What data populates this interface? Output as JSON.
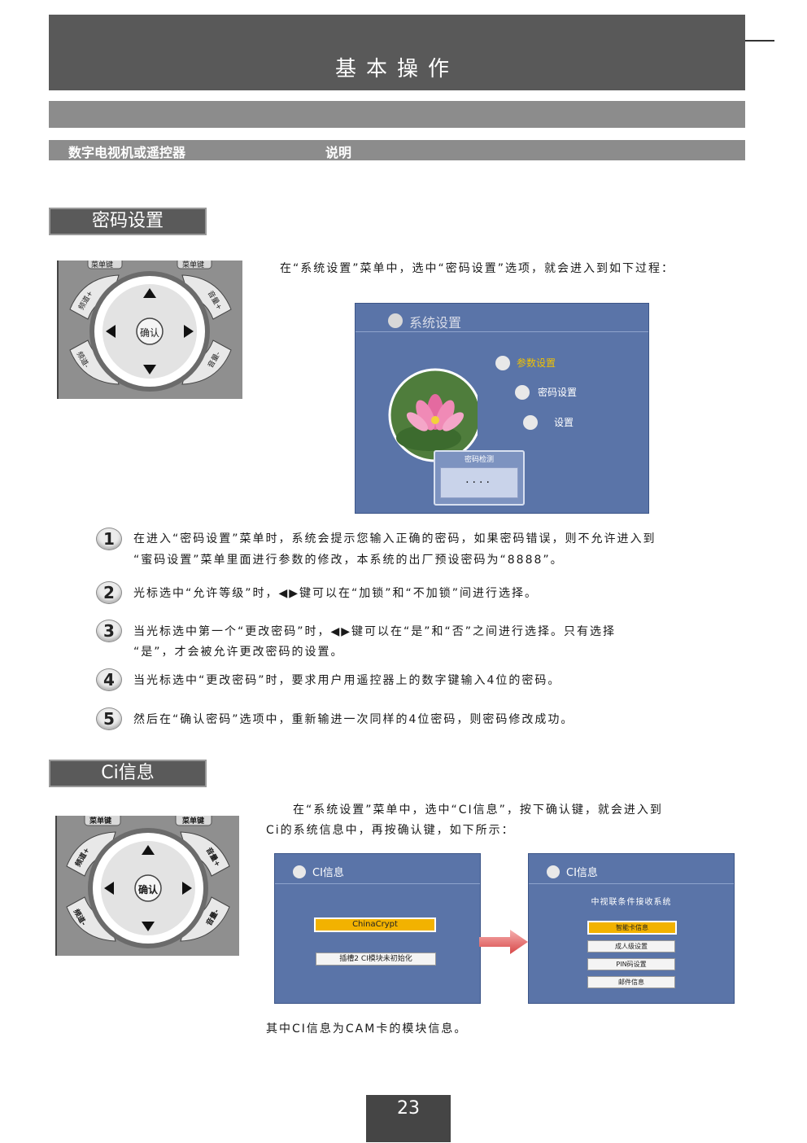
{
  "header": {
    "title": "基本操作"
  },
  "subheader": {
    "col1": "数字电视机或遥控器",
    "col2": "说明"
  },
  "sections": {
    "password": {
      "tab": "密码设置",
      "intro": "在“系统设置”菜单中，选中“密码设置”选项，就会进入到如下过程：",
      "screen": {
        "title": "系统设置",
        "menu1": "参数设置",
        "menu2": "密码设置",
        "menu3": "设置",
        "dialog_title": "密码检测",
        "dialog_value": "····"
      },
      "remote": {
        "menu_left": "菜单键",
        "menu_right": "菜单键",
        "ok": "确认",
        "ch_up": "频道+",
        "ch_down": "频道-",
        "vol_up": "音量+",
        "vol_down": "音量-"
      },
      "items": [
        {
          "num": "1",
          "text": "在进入“密码设置”菜单时，系统会提示您输入正确的密码，如果密码错误，则不允许进入到",
          "text2": "“蜜码设置”菜单里面进行参数的修改，本系统的出厂预设密码为“8888”。"
        },
        {
          "num": "2",
          "text": "光标选中“允许等级”时，◀▶键可以在“加锁”和“不加锁”间进行选择。",
          "text2": ""
        },
        {
          "num": "3",
          "text": "当光标选中第一个“更改密码”时，◀▶键可以在“是”和“否”之间进行选择。只有选择",
          "text2": "“是”，才会被允许更改密码的设置。"
        },
        {
          "num": "4",
          "text": "当光标选中“更改密码”时，要求用户用遥控器上的数字键输入4位的密码。",
          "text2": ""
        },
        {
          "num": "5",
          "text": "然后在“确认密码”选项中，重新输进一次同样的4位密码，则密码修改成功。",
          "text2": ""
        }
      ]
    },
    "ci": {
      "tab": "Ci信息",
      "intro1": "在“系统设置”菜单中，选中“CI信息”，按下确认键，就会进入到",
      "intro2": "Ci的系统信息中，再按确认键，如下所示：",
      "screen1": {
        "title": "CI信息",
        "btn1": "ChinaCrypt",
        "btn2": "插槽2 CI模块未初始化"
      },
      "screen2": {
        "title": "CI信息",
        "heading": "中视联条件接收系统",
        "btn1": "智能卡信息",
        "btn2": "成人级设置",
        "btn3": "PIN码设置",
        "btn4": "邮件信息"
      },
      "remote": {
        "menu_left": "菜单键",
        "menu_right": "菜单键",
        "ok": "确认",
        "ch_up": "频道+",
        "ch_down": "频道-",
        "vol_up": "音量+",
        "vol_down": "音量-"
      },
      "footer_note": "其中CI信息为CAM卡的模块信息。"
    }
  },
  "page_number": "23",
  "colors": {
    "header": "#595959",
    "bar": "#8c8c8c",
    "screen_blue": "#5a74a8",
    "highlight_yellow": "#f2b200",
    "arrow_red": "#e05050"
  }
}
